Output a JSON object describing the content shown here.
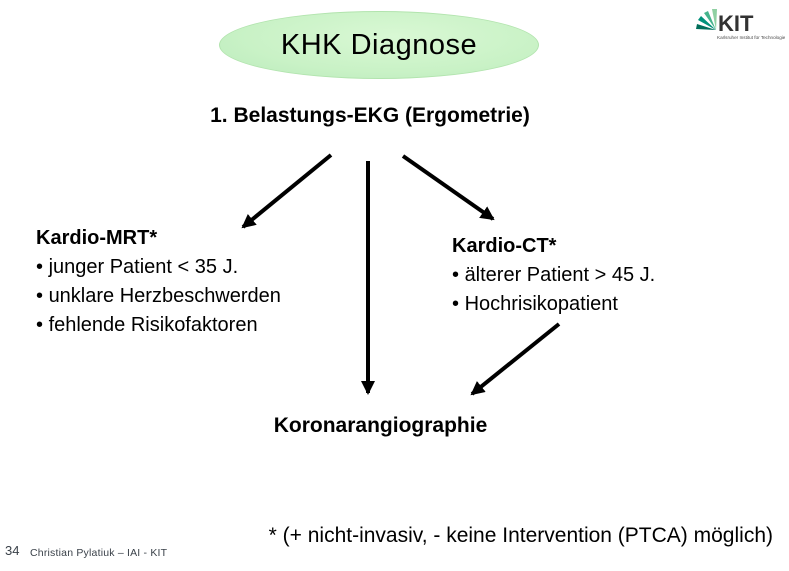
{
  "slide": {
    "title": "KHK Diagnose",
    "step1": "1. Belastungs-EKG (Ergometrie)",
    "mrt": {
      "title": "Kardio-MRT*",
      "bullets": [
        "junger Patient < 35 J.",
        "unklare Herzbeschwerden",
        "fehlende Risikofaktoren"
      ]
    },
    "ct": {
      "title": "Kardio-CT*",
      "bullets": [
        "älterer Patient > 45 J.",
        "Hochrisikopatient"
      ]
    },
    "result": "Koronarangiographie",
    "footnote": "* (+ nicht-invasiv, - keine Intervention (PTCA) möglich)",
    "footer": {
      "page_number": "34",
      "author": "Christian Pylatiuk – IAI - KIT"
    },
    "logo": {
      "acronym": "KIT",
      "tagline": "Karlsruher Institut für Technologie"
    },
    "colors": {
      "ellipse_fill": "#c9f2c6",
      "kit_green": "#009682",
      "arrow": "#000000"
    }
  }
}
